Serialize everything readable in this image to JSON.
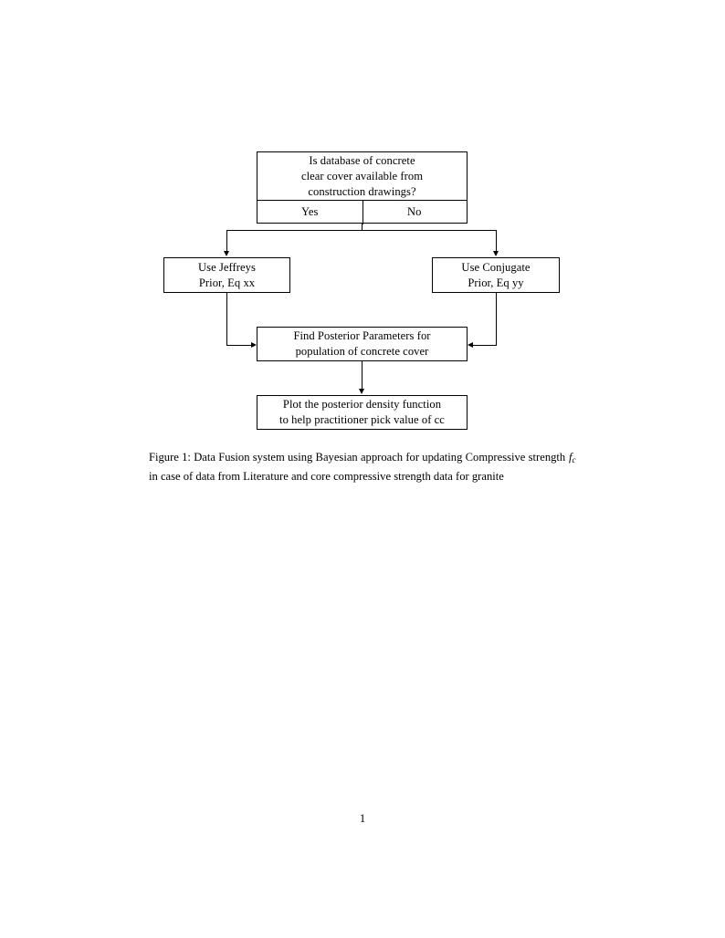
{
  "document": {
    "page_number": "1",
    "background_color": "#ffffff",
    "ink_color": "#000000"
  },
  "figure": {
    "nodes": {
      "decision": {
        "id": "is-database-available",
        "lines": [
          "Is database of concrete",
          "clear cover available from",
          "construction drawings?"
        ],
        "branches": {
          "yes_label": "Yes",
          "no_label": "No"
        }
      },
      "jeffreys": {
        "id": "use-jeffreys-prior",
        "lines": [
          "Use Jeffreys",
          "Prior, Eq xx"
        ]
      },
      "conjugate": {
        "id": "use-conjugate-prior",
        "lines": [
          "Use Conjugate",
          "Prior, Eq yy"
        ]
      },
      "posterior": {
        "id": "find-posterior-parameters",
        "lines": [
          "Find Posterior Parameters for",
          "population of concrete cover"
        ]
      },
      "plot": {
        "id": "plot-posterior-density",
        "lines": [
          "Plot the posterior density function",
          "to help practitioner pick value of cc"
        ]
      }
    },
    "caption": {
      "label": "Figure 1:",
      "text_before_symbol": " Data Fusion system using Bayesian approach for updating Compressive strength ",
      "symbol_base": "f",
      "symbol_subscript": "c",
      "text_after_symbol": " in case of data from Literature and core compressive strength data for granite"
    }
  }
}
